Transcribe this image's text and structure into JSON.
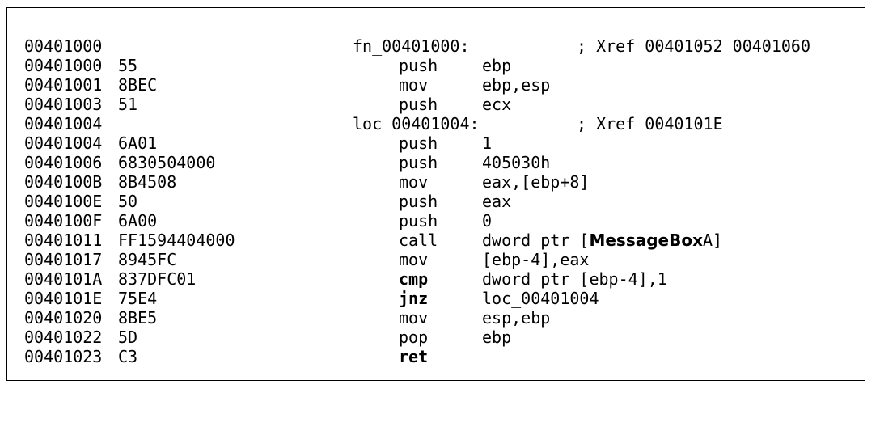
{
  "rows": [
    {
      "addr": "00401000",
      "label": "fn_00401000:",
      "xref": "; Xref 00401052 00401060"
    },
    {
      "addr": "00401000",
      "bytes": "55",
      "mnem": "push",
      "ops": "ebp"
    },
    {
      "addr": "00401001",
      "bytes": "8BEC",
      "mnem": "mov",
      "ops": "ebp,esp"
    },
    {
      "addr": "00401003",
      "bytes": "51",
      "mnem": "push",
      "ops": "ecx"
    },
    {
      "addr": "00401004",
      "label": "loc_00401004:",
      "xref": "; Xref 0040101E"
    },
    {
      "addr": "00401004",
      "bytes": "6A01",
      "mnem": "push",
      "ops": "1"
    },
    {
      "addr": "00401006",
      "bytes": "6830504000",
      "mnem": "push",
      "ops": "405030h"
    },
    {
      "addr": "0040100B",
      "bytes": "8B4508",
      "mnem": "mov",
      "ops": "eax,[ebp+8]"
    },
    {
      "addr": "0040100E",
      "bytes": "50",
      "mnem": "push",
      "ops": "eax"
    },
    {
      "addr": "0040100F",
      "bytes": "6A00",
      "mnem": "push",
      "ops": "0"
    },
    {
      "addr": "00401011",
      "bytes": "FF1594404000",
      "mnem": "call",
      "ops_pre": "dword ptr [",
      "ops_bold": "MessageBox",
      "ops_post": "A]"
    },
    {
      "addr": "00401017",
      "bytes": "8945FC",
      "mnem": "mov",
      "ops": "[ebp-4],eax"
    },
    {
      "addr": "0040101A",
      "bytes": "837DFC01",
      "mnem": "cmp",
      "ops": "dword ptr [ebp-4],1"
    },
    {
      "addr": "0040101E",
      "bytes": "75E4",
      "mnem": "jnz",
      "ops": "loc_00401004"
    },
    {
      "addr": "00401020",
      "bytes": "8BE5",
      "mnem": "mov",
      "ops": "esp,ebp"
    },
    {
      "addr": "00401022",
      "bytes": "5D",
      "mnem": "pop",
      "ops": "ebp"
    },
    {
      "addr": "00401023",
      "bytes": "C3",
      "mnem": "ret",
      "ops": ""
    }
  ]
}
